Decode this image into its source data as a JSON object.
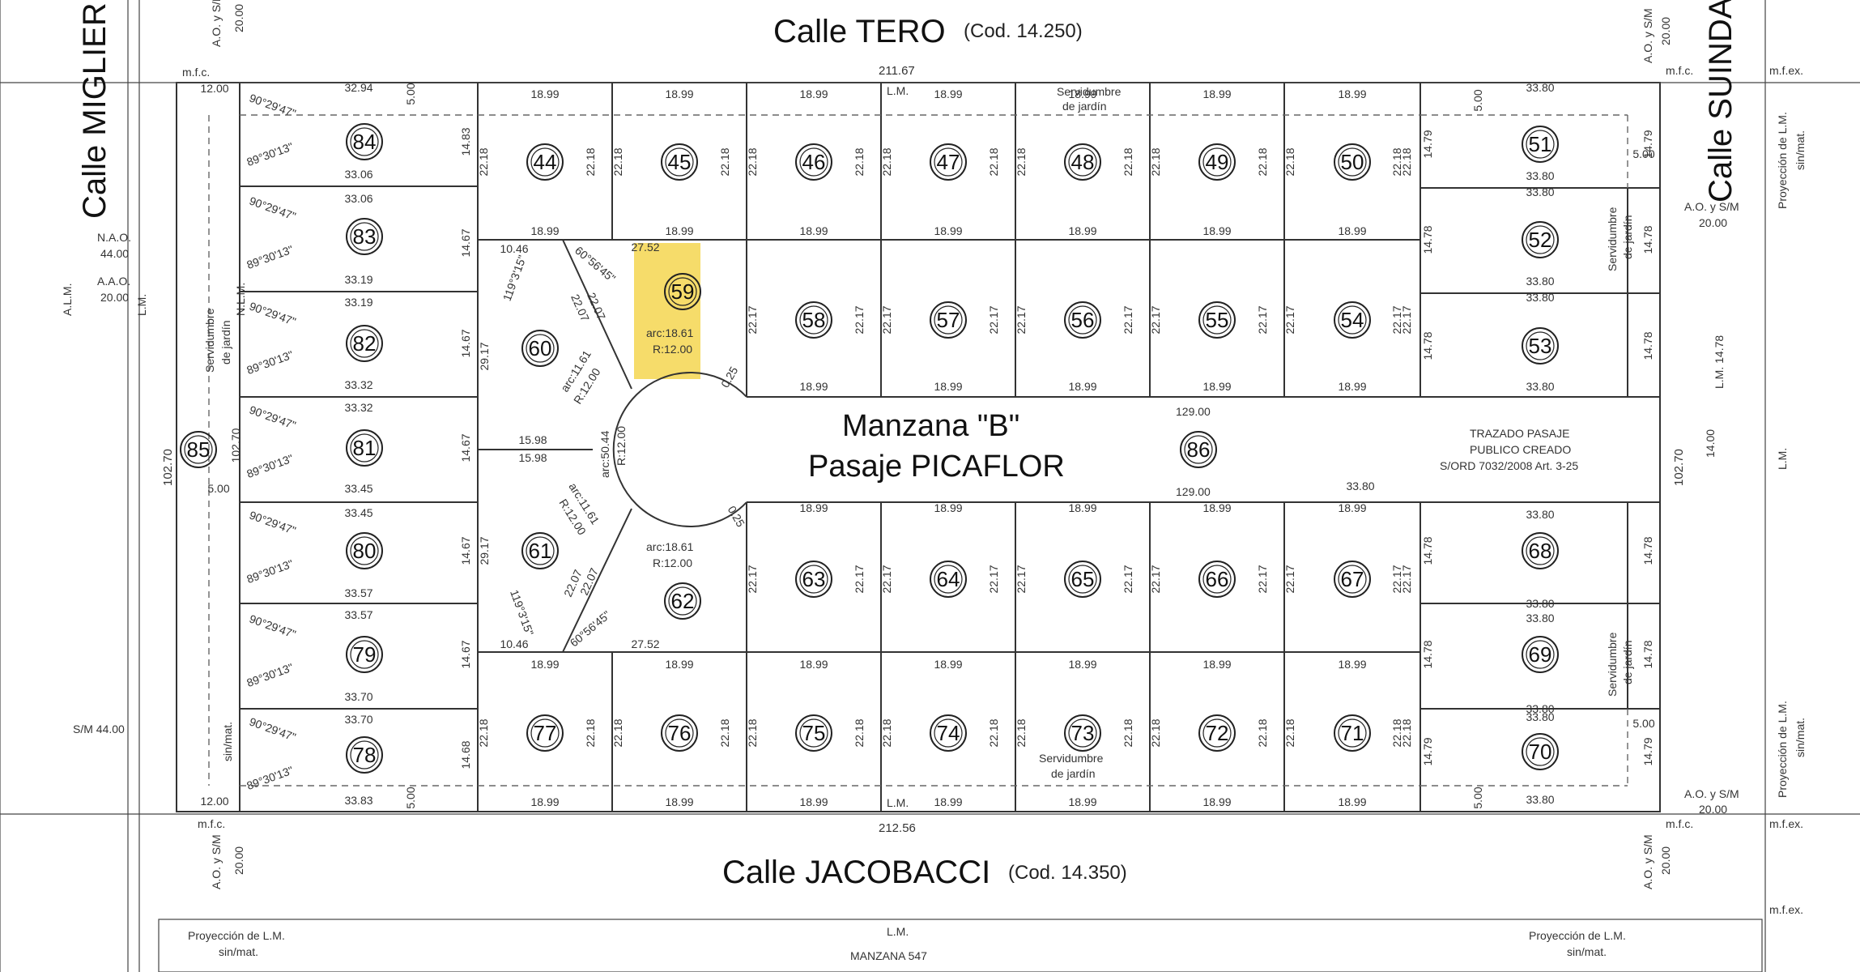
{
  "streets": {
    "north": {
      "name": "Calle TERO",
      "code": "(Cod. 14.250)"
    },
    "south": {
      "name": "Calle JACOBACCI",
      "code": "(Cod. 14.350)"
    },
    "west": {
      "name": "Calle MIGLIER"
    },
    "east": {
      "name": "Calle SUINDA"
    }
  },
  "block": {
    "name": "Manzana \"B\"",
    "passage": "Pasaje PICAFLOR"
  },
  "overall_dims": {
    "top": "211.67",
    "bottom": "212.56",
    "left": "102.70",
    "right": "102.70",
    "passage_top": "129.00",
    "passage_bottom": "129.00"
  },
  "passage_note": [
    "TRAZADO PASAJE",
    "PUBLICO CREADO",
    "S/ORD 7032/2008 Art. 3-25"
  ],
  "labels": {
    "lm": "L.M.",
    "mfc": "m.f.c.",
    "mfex": "m.f.ex.",
    "ao_sm": "A.O. y S/M",
    "w20": "20.00",
    "w44": "44.00",
    "nao": "N.A.O.",
    "aao": "A.A.O.",
    "alm": "A.L.M.",
    "nlm": "N.L.M.",
    "servidumbre": "Servidumbre",
    "de_jardin": "de jardín",
    "sinmat": "sin/mat.",
    "sm44": "S/M 44.00",
    "proy_lm": "Proyección de L.M.",
    "manzana547": "MANZANA 547",
    "lm_1478": "L.M. 14.78",
    "arc_center": "arc:50.44",
    "r12": "R:12.00",
    "arc_top": "arc:18.61",
    "arc_side": "arc:11.61"
  },
  "lots": {
    "top_row": [
      "44",
      "45",
      "46",
      "47",
      "48",
      "49",
      "50"
    ],
    "second_row": [
      "58",
      "57",
      "56",
      "55",
      "54"
    ],
    "lower_row": [
      "63",
      "64",
      "65",
      "66",
      "67"
    ],
    "bottom_row": [
      "77",
      "76",
      "75",
      "74",
      "73",
      "72",
      "71"
    ],
    "west_col": [
      "84",
      "83",
      "82",
      "81",
      "80",
      "79",
      "78"
    ],
    "east_col": [
      "51",
      "52",
      "53",
      "68",
      "69",
      "70"
    ],
    "wedges": [
      "59",
      "60",
      "61",
      "62"
    ],
    "passage_lot": "86",
    "west_strip": "85"
  },
  "dims": {
    "lot_width": "18.99",
    "lot_depth": "22.18",
    "lot_depth_inner": "22.17",
    "west_widths": [
      "32.94",
      "33.06",
      "33.06",
      "33.19",
      "33.19",
      "33.32",
      "33.32",
      "33.45",
      "33.45",
      "33.57",
      "33.57",
      "33.70",
      "33.70",
      "33.83"
    ],
    "west_depth": "14.67",
    "west_depth_top": "14.83",
    "west_depth_bot": "14.68",
    "east_width": "33.80",
    "east_depth": "14.78",
    "east_depth_top": "14.79",
    "angle_a": "90°29'47\"",
    "angle_b": "89°30'13\"",
    "wedge_a": "27.52",
    "wedge_b": "10.46",
    "wedge_c": "15.98",
    "wedge_d": "22.07",
    "wedge_e": "29.17",
    "wedge_ang": "60°56'45\"",
    "wedge_ang2": "119°3'15\"",
    "small_5": "5.00",
    "small_12": "12.00",
    "small_025": "0.25",
    "passage_w": "14.00",
    "left_1270": "102.70",
    "east_3380": "33.80"
  },
  "highlight": {
    "lot": "59",
    "color": "#f6dc6a"
  }
}
